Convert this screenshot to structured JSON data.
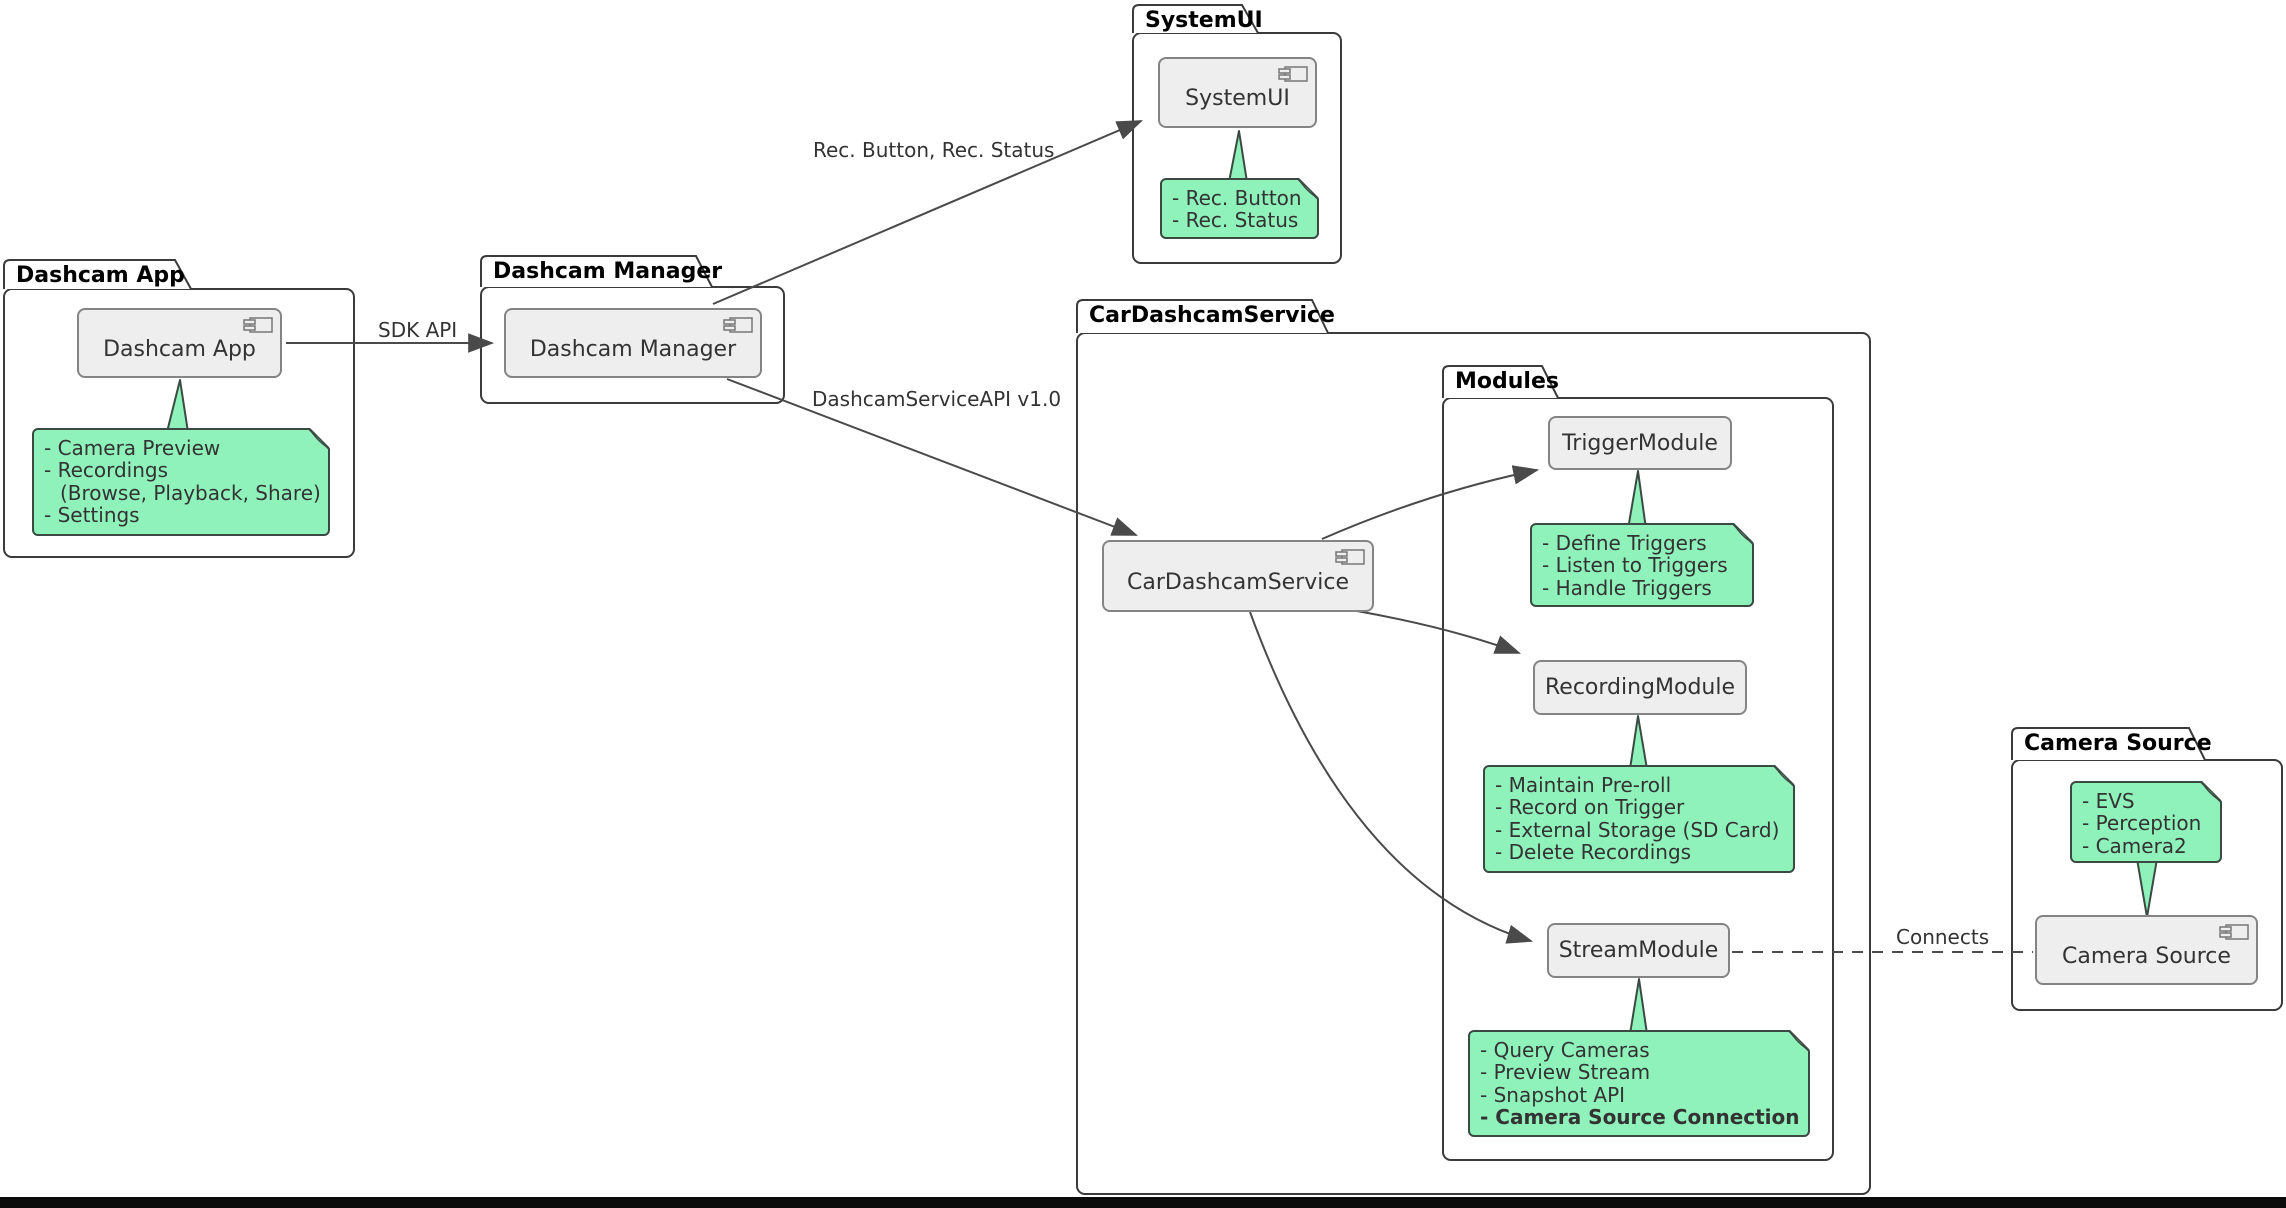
{
  "packages": {
    "dashcam_app": "Dashcam App",
    "dashcam_manager": "Dashcam Manager",
    "systemui": "SystemUI",
    "car_dashcam_service": "CarDashcamService",
    "modules": "Modules",
    "camera_source": "Camera Source"
  },
  "components": {
    "dashcam_app": "Dashcam App",
    "dashcam_manager": "Dashcam Manager",
    "systemui": "SystemUI",
    "car_dashcam_service": "CarDashcamService",
    "trigger_module": "TriggerModule",
    "recording_module": "RecordingModule",
    "stream_module": "StreamModule",
    "camera_source": "Camera Source"
  },
  "notes": {
    "dashcam_app": {
      "l1": "- Camera Preview",
      "l2": "- Recordings",
      "l3": "(Browse, Playback, Share)",
      "l4": "- Settings"
    },
    "systemui": {
      "l1": "- Rec. Button",
      "l2": "- Rec. Status"
    },
    "trigger_module": {
      "l1": "- Define Triggers",
      "l2": "- Listen to Triggers",
      "l3": "- Handle Triggers"
    },
    "recording_module": {
      "l1": "- Maintain Pre-roll",
      "l2": "- Record on Trigger",
      "l3": "- External Storage (SD Card)",
      "l4": "- Delete Recordings"
    },
    "stream_module": {
      "l1": "- Query Cameras",
      "l2": "- Preview Stream",
      "l3": "- Snapshot API",
      "l4": "- Camera Source Connection"
    },
    "camera_source": {
      "l1": "- EVS",
      "l2": "- Perception",
      "l3": "- Camera2"
    }
  },
  "edge_labels": {
    "sdk_api": "SDK API",
    "rec_button_status": "Rec. Button, Rec. Status",
    "dashcam_service_api": "DashcamServiceAPI v1.0",
    "connects": "Connects"
  },
  "colors": {
    "note_fill": "#90F2BB",
    "note_border": "#3A4A42",
    "component_fill": "#EEEEEE",
    "component_border": "#848484",
    "package_border": "#3B3B3B",
    "line": "#4A4A4A",
    "text": "#333333",
    "bottom_bar": "#0B0B0B"
  }
}
